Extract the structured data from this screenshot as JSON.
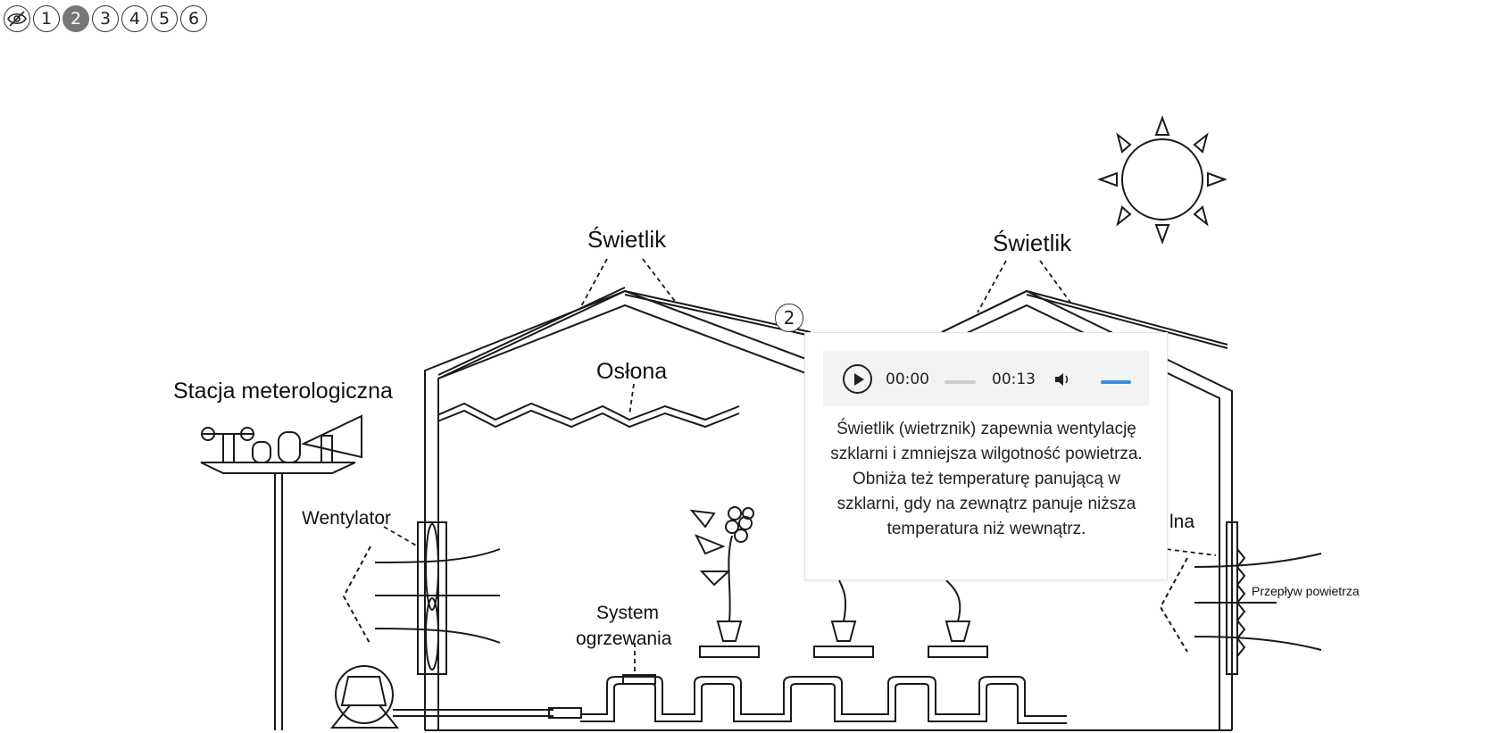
{
  "nav": {
    "hide_icon": "eye-off-icon",
    "steps": [
      "1",
      "2",
      "3",
      "4",
      "5",
      "6"
    ],
    "active_step": "2"
  },
  "diagram": {
    "labels": {
      "skylight_left": "Świetlik",
      "skylight_right": "Świetlik",
      "shade": "Osłona",
      "weather_station": "Stacja meterologiczna",
      "fan": "Wentylator",
      "heating_line1": "System",
      "heating_line2": "ogrzewania",
      "cooling_partial": "lna",
      "airflow": "Przepływ powietrza"
    }
  },
  "hotspot": {
    "number": "2"
  },
  "popup": {
    "audio": {
      "current_time": "00:00",
      "duration": "00:13",
      "progress": 0,
      "volume": 1.0
    },
    "text": "Świetlik (wietrznik) zapewnia wentylację szklarni i zmniejsza wilgotność powietrza. Obniża też temperaturę panującą w szklarni, gdy na zewnątrz panuje niższa temperatura niż wewnątrz."
  }
}
